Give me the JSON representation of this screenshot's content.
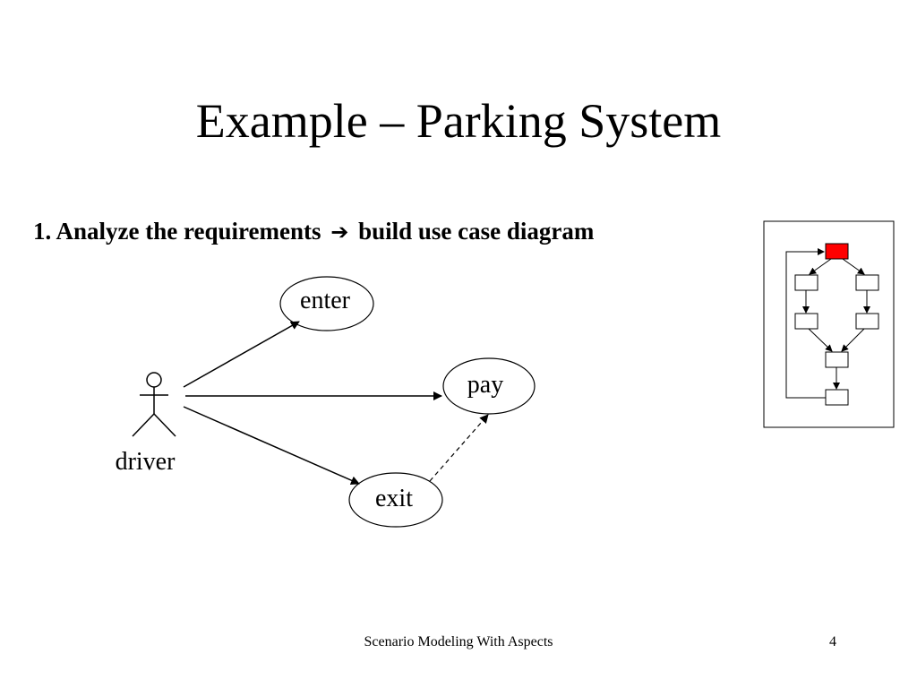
{
  "slide": {
    "title": "Example – Parking System",
    "step": {
      "prefix": "1. Analyze the requirements",
      "arrow": "➔",
      "suffix": "build use case diagram"
    },
    "footer": {
      "center_text": "Scenario Modeling With Aspects",
      "page_number": "4"
    }
  },
  "diagram": {
    "actor": {
      "name": "driver"
    },
    "use_cases": [
      {
        "id": "enter",
        "label": "enter"
      },
      {
        "id": "pay",
        "label": "pay"
      },
      {
        "id": "exit",
        "label": "exit"
      }
    ],
    "associations": [
      {
        "from": "driver",
        "to": "enter",
        "style": "solid"
      },
      {
        "from": "driver",
        "to": "pay",
        "style": "solid"
      },
      {
        "from": "driver",
        "to": "exit",
        "style": "solid"
      },
      {
        "from": "exit",
        "to": "pay",
        "style": "dashed"
      }
    ]
  },
  "process_thumbnail": {
    "highlight_color": "#ff0000",
    "highlighted_step": "top"
  }
}
